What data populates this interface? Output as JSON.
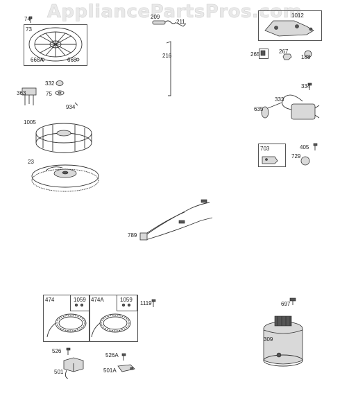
{
  "watermark": "AppliancePartsPros.com",
  "labels": {
    "l74": "74",
    "l73": "73",
    "l668A": "668A",
    "l668": "668",
    "l209": "209",
    "l211": "211",
    "l216": "216",
    "l1012": "1012",
    "l265": "265",
    "l267": "267",
    "l188": "188",
    "l332": "332",
    "l363": "363",
    "l75": "75",
    "l934": "934",
    "l334": "334",
    "l333": "333",
    "l635": "635",
    "l1005": "1005",
    "l703": "703",
    "l405": "405",
    "l729": "729",
    "l23": "23",
    "l789": "789",
    "l474": "474",
    "l1059a": "1059",
    "l474A": "474A",
    "l1059b": "1059",
    "l1119": "1119",
    "l697": "697",
    "l526": "526",
    "l526A": "526A",
    "l501": "501",
    "l501A": "501A",
    "l309": "309"
  }
}
